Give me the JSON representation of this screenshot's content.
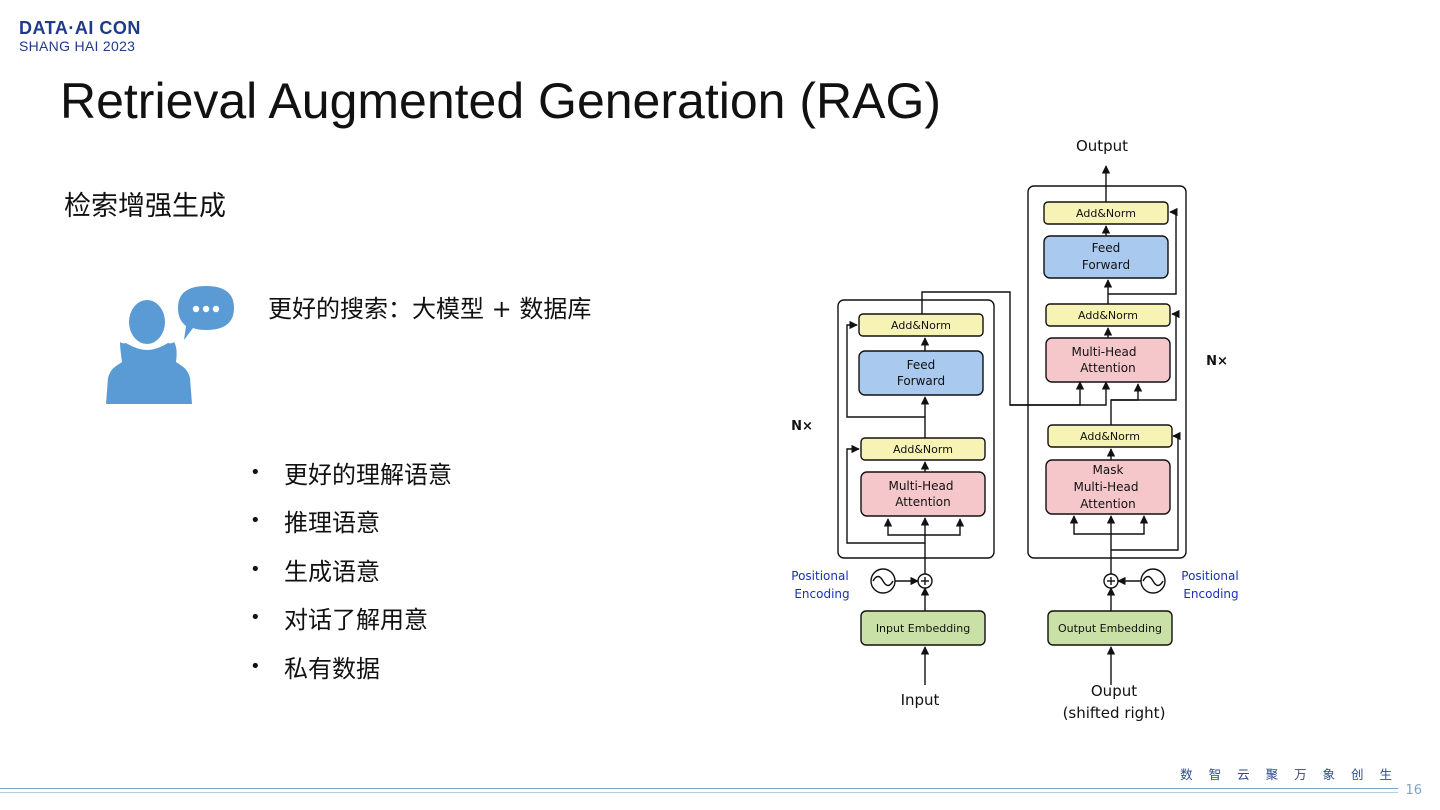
{
  "logo": {
    "line1": "DATA·AI CON",
    "line2": "SHANG HAI 2023"
  },
  "title": "Retrieval Augmented Generation (RAG)",
  "subtitle": "检索增强生成",
  "headline": "更好的搜索：大模型 + 数据库",
  "bullets": [
    "更好的理解语意",
    "推理语意",
    "生成语意",
    "对话了解用意",
    "私有数据"
  ],
  "bullet_glyph": "•",
  "diagram": {
    "output": "Output",
    "enc_addnorm_top": "Add&Norm",
    "enc_ff_1": "Feed",
    "enc_ff_2": "Forward",
    "enc_addnorm_bottom": "Add&Norm",
    "enc_mha_1": "Multi-Head",
    "enc_mha_2": "Attention",
    "enc_n": "N×",
    "dec_addnorm_top": "Add&Norm",
    "dec_ff_1": "Feed",
    "dec_ff_2": "Forward",
    "dec_addnorm_mid": "Add&Norm",
    "dec_mha_1": "Multi-Head",
    "dec_mha_2": "Attention",
    "dec_addnorm_bottom": "Add&Norm",
    "dec_mask_1": "Mask",
    "dec_mask_2": "Multi-Head",
    "dec_mask_3": "Attention",
    "dec_n": "N×",
    "pos_enc_left_1": "Positional",
    "pos_enc_left_2": "Encoding",
    "pos_enc_right_1": "Positional",
    "pos_enc_right_2": "Encoding",
    "input_embedding": "Input Embedding",
    "output_embedding": "Output Embedding",
    "input": "Input",
    "ouput_1": "Ouput",
    "ouput_2": "(shifted right)"
  },
  "footer": {
    "slogan": "数 智 云 聚    万 象 创 生",
    "page": "16"
  },
  "colors": {
    "brand": "#1f3a8a",
    "addnorm": "#f7f3b4",
    "feedforward": "#a9c9ee",
    "attention": "#f5c7cb",
    "embedding": "#c9e0a7",
    "posenc_text": "#1a2fb8",
    "person": "#5b9bd5"
  }
}
